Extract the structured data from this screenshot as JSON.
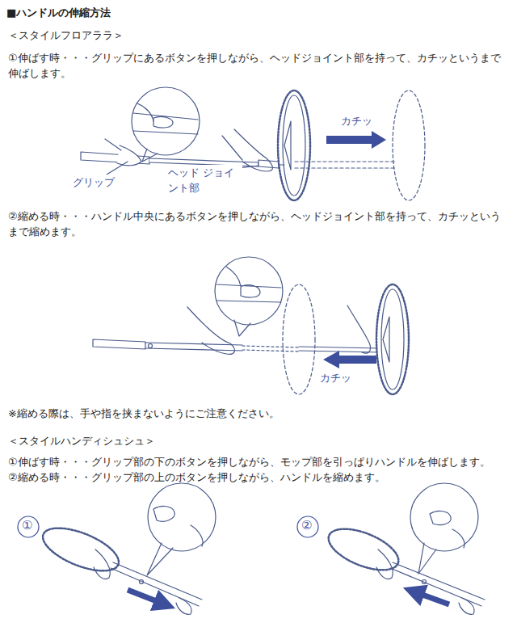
{
  "diagram": {
    "title": "■ハンドルの伸縮方法",
    "labels": [
      "＜スタイルフロアララ＞",
      "①伸ばす時・・・グリップにあるボタンを押しながら、ヘッドジョイント部を持って、カチッというまで伸ばします。",
      "カチッ",
      "グリップ",
      "ヘッド ジョイント部",
      "②縮める時・・・ハンドル中央にあるボタンを押しながら、ヘッドジョイント部を持って、カチッというまで縮めます。",
      "カチッ",
      "※縮める際は、手や指を挟まないようにご注意ください。",
      "＜スタイルハンディシュシュ＞",
      "①伸ばす時・・・グリップ部の下のボタンを押しながら、モップ部を引っぱりハンドルを伸ばします。",
      "②縮める時・・・グリップ部の上のボタンを押しながら、ハンドルを縮めます。",
      "①",
      "②"
    ]
  }
}
